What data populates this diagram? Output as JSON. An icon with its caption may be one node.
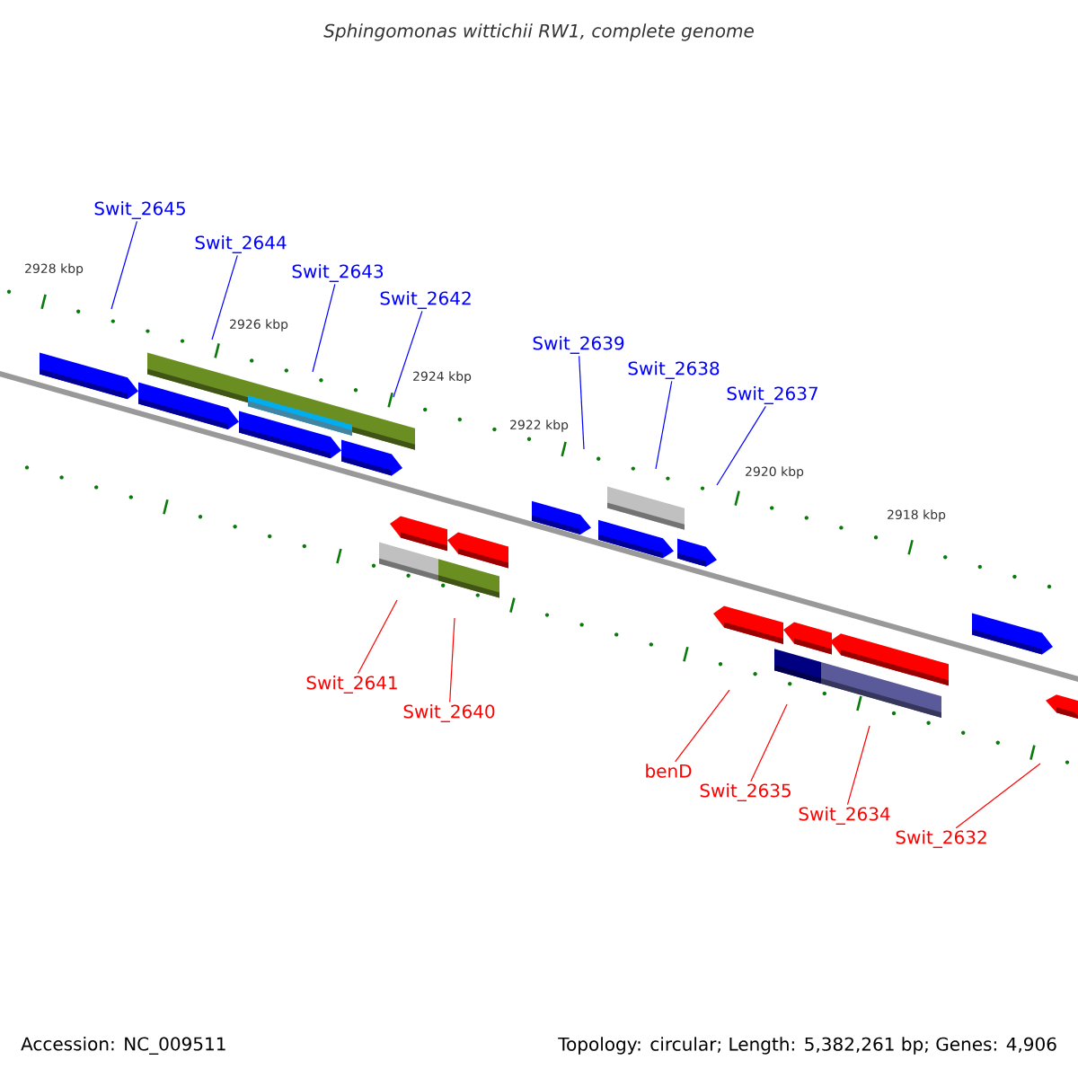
{
  "diagram": {
    "title": "Sphingomonas wittichii RW1, complete genome",
    "nodes": [
      {
        "text": [
          "Swit_2645"
        ]
      },
      {
        "text": [
          "Swit_2644"
        ]
      },
      {
        "text": [
          "Swit_2643"
        ]
      },
      {
        "text": [
          "Swit_2642"
        ]
      },
      {
        "text": [
          "Swit_2639"
        ]
      },
      {
        "text": [
          "Swit_2638"
        ]
      },
      {
        "text": [
          "Swit_2637"
        ]
      },
      {
        "text": [
          "Swit_2641"
        ]
      },
      {
        "text": [
          "Swit_2640"
        ]
      },
      {
        "text": [
          "benD"
        ]
      },
      {
        "text": [
          "Swit_2635"
        ]
      },
      {
        "text": [
          "Swit_2634"
        ]
      },
      {
        "text": [
          "Swit_2632"
        ]
      }
    ],
    "edges": [
      {
        "from": 0,
        "to": null,
        "arrow": "none"
      },
      {
        "from": 1,
        "to": null,
        "arrow": "none"
      },
      {
        "from": 2,
        "to": null,
        "arrow": "none"
      },
      {
        "from": 3,
        "to": null,
        "arrow": "none"
      },
      {
        "from": 4,
        "to": null,
        "arrow": "none"
      },
      {
        "from": 5,
        "to": null,
        "arrow": "none"
      },
      {
        "from": 6,
        "to": null,
        "arrow": "none"
      },
      {
        "from": 7,
        "to": null,
        "arrow": "none",
        "color": "#ff0000"
      },
      {
        "from": 8,
        "to": null,
        "arrow": "none",
        "color": "#ff0000"
      },
      {
        "from": 9,
        "to": null,
        "arrow": "none",
        "color": "#ff0000"
      },
      {
        "from": 10,
        "to": null,
        "arrow": "none",
        "color": "#ff0000"
      },
      {
        "from": 11,
        "to": null,
        "arrow": "none",
        "color": "#ff0000"
      },
      {
        "from": 12,
        "to": null,
        "arrow": "none",
        "color": "#ff0000"
      }
    ],
    "labels": [
      "2928 kbp",
      "2926 kbp",
      "2924 kbp",
      "2922 kbp",
      "2920 kbp",
      "2918 kbp",
      "Accession: NC_009511",
      "Topology: circular; Length: 5,382,261 bp; Genes: 4,906"
    ]
  }
}
